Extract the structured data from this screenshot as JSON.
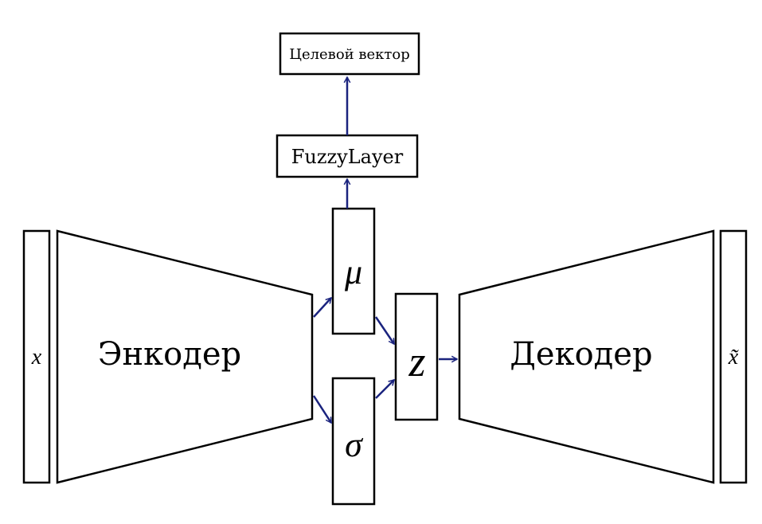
{
  "diagram": {
    "input_label": "x",
    "encoder_label": "Энкодер",
    "mu_label": "μ",
    "sigma_label": "σ",
    "z_label": "z",
    "decoder_label": "Декодер",
    "output_label": "x̃",
    "fuzzy_label": "FuzzyLayer",
    "target_label": "Целевой вектор"
  },
  "colors": {
    "arrow": "#1a237e",
    "stroke": "#000000",
    "background": "#ffffff"
  }
}
